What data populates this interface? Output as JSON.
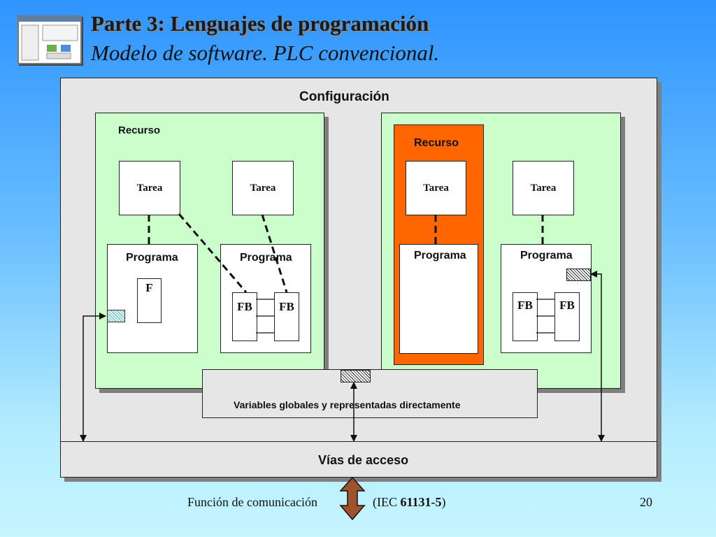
{
  "header": {
    "title": "Parte 3: Lenguajes de programación",
    "subtitle": "Modelo de software. PLC convencional."
  },
  "diagram": {
    "configuracion": "Configuración",
    "recurso_left": "Recurso",
    "recurso_right": "Recurso",
    "tarea": "Tarea",
    "programa": "Programa",
    "f_block": "F",
    "fb_block": "FB",
    "variables_globales": "Variables globales y  representadas directamente",
    "vias_acceso": "Vías de acceso",
    "colors": {
      "resource_bg": "#ccfecc",
      "highlight_resource": "#ff6600",
      "config_bg": "#e6e6e6",
      "arrow_comm": "#a0522d"
    }
  },
  "footer": {
    "funcion": "Función de comunicación",
    "iec_prefix": "(IEC ",
    "iec_number": "61131-5",
    "iec_suffix": ")",
    "page_number": "20"
  }
}
